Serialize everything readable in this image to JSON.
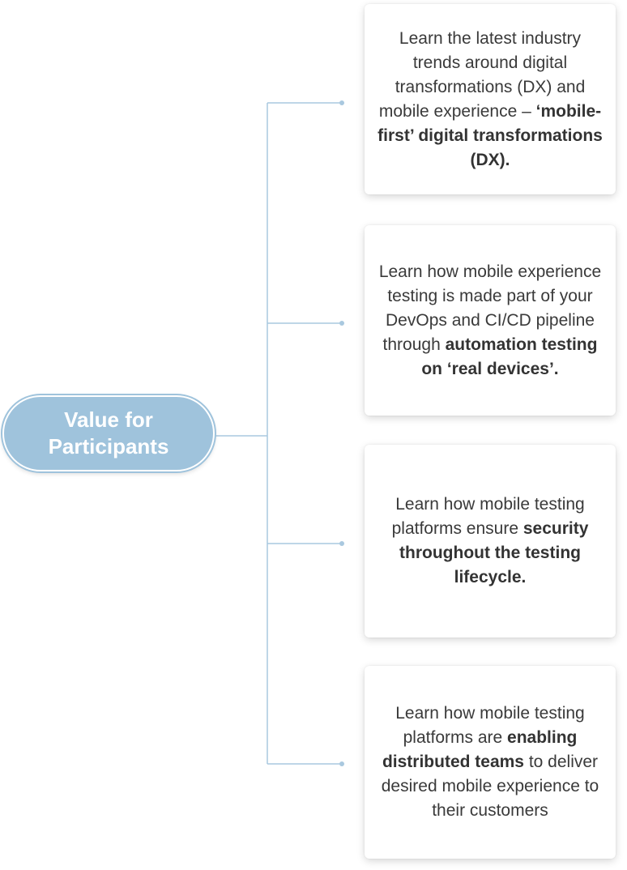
{
  "root": {
    "label": "Value for Participants"
  },
  "branches": [
    {
      "plain1": "Learn the latest industry trends around digital transformations (DX) and mobile experience – ",
      "bold1": "‘mobile-first’ digital transformations (DX).",
      "plain2": "",
      "bold2": "",
      "plain3": ""
    },
    {
      "plain1": "Learn how mobile experience testing is made part of your DevOps and CI/CD pipeline through ",
      "bold1": "automation testing on ‘real devices’.",
      "plain2": "",
      "bold2": "",
      "plain3": ""
    },
    {
      "plain1": "Learn how mobile testing platforms ensure ",
      "bold1": "security throughout the testing lifecycle.",
      "plain2": "",
      "bold2": "",
      "plain3": ""
    },
    {
      "plain1": "Learn how mobile testing platforms are ",
      "bold1": "enabling distributed teams",
      "plain2": " to deliver desired mobile experience to their customers",
      "bold2": "",
      "plain3": ""
    }
  ],
  "colors": {
    "connector": "#a9c8df",
    "root_fill": "#9fc3dc",
    "text": "#3a3a3a"
  }
}
